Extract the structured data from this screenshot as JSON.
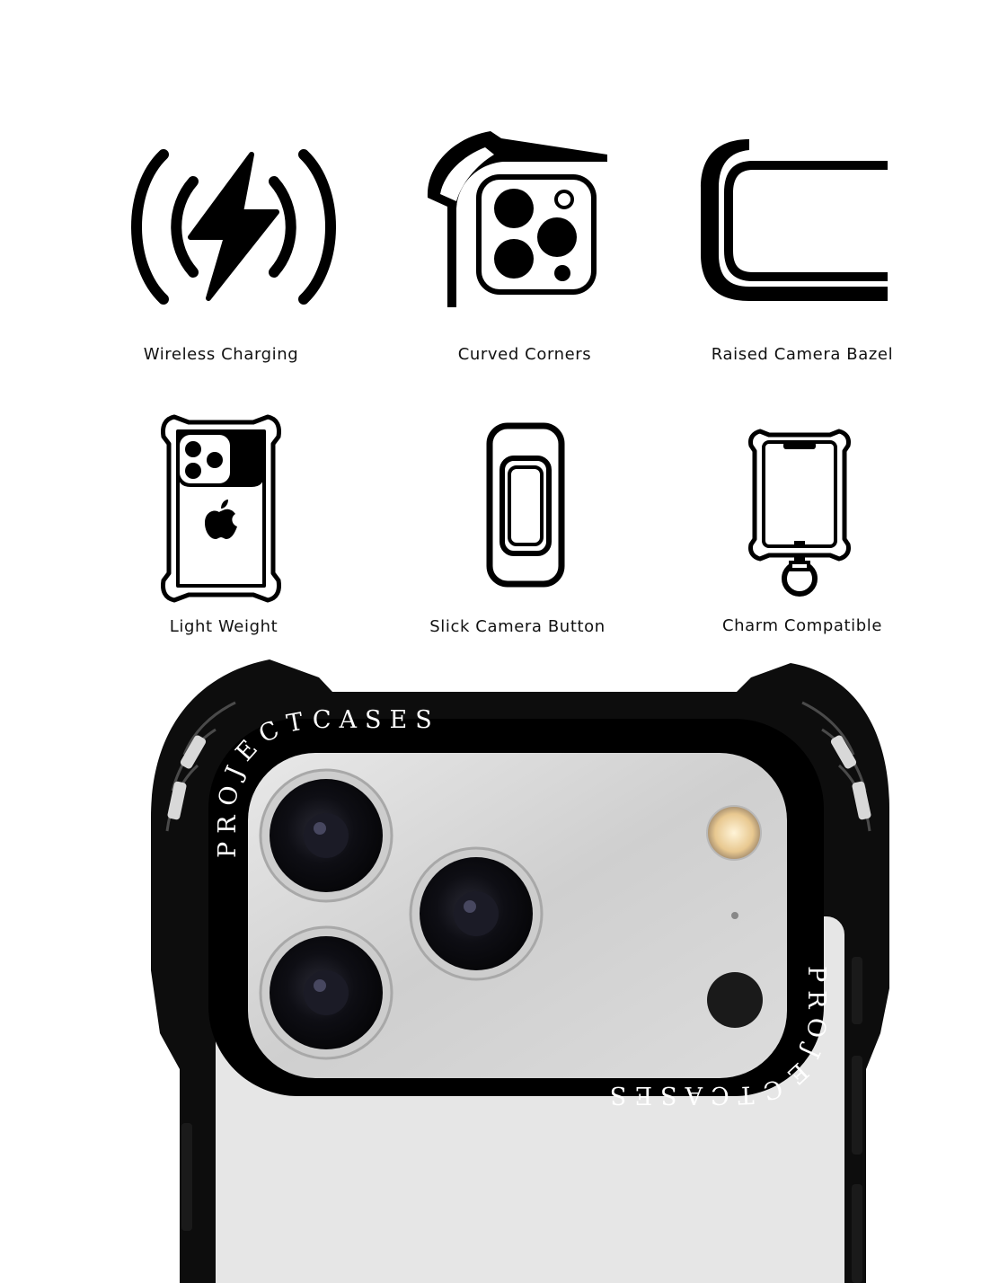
{
  "features": [
    {
      "id": "wireless",
      "label": "Wireless Charging",
      "icon": "wireless-charging-icon"
    },
    {
      "id": "curved",
      "label": "Curved Corners",
      "icon": "curved-corners-icon"
    },
    {
      "id": "bezel",
      "label": "Raised Camera Bazel",
      "icon": "raised-camera-bezel-icon"
    },
    {
      "id": "light",
      "label": "Light Weight",
      "icon": "light-weight-icon"
    },
    {
      "id": "button",
      "label": "Slick Camera Button",
      "icon": "slick-camera-button-icon"
    },
    {
      "id": "charm",
      "label": "Charm Compatible",
      "icon": "charm-compatible-icon"
    }
  ],
  "product": {
    "brand_text": "PROJECTCASES",
    "case_color": "#0d0d0d",
    "phone_color": "#e6e6e6"
  }
}
